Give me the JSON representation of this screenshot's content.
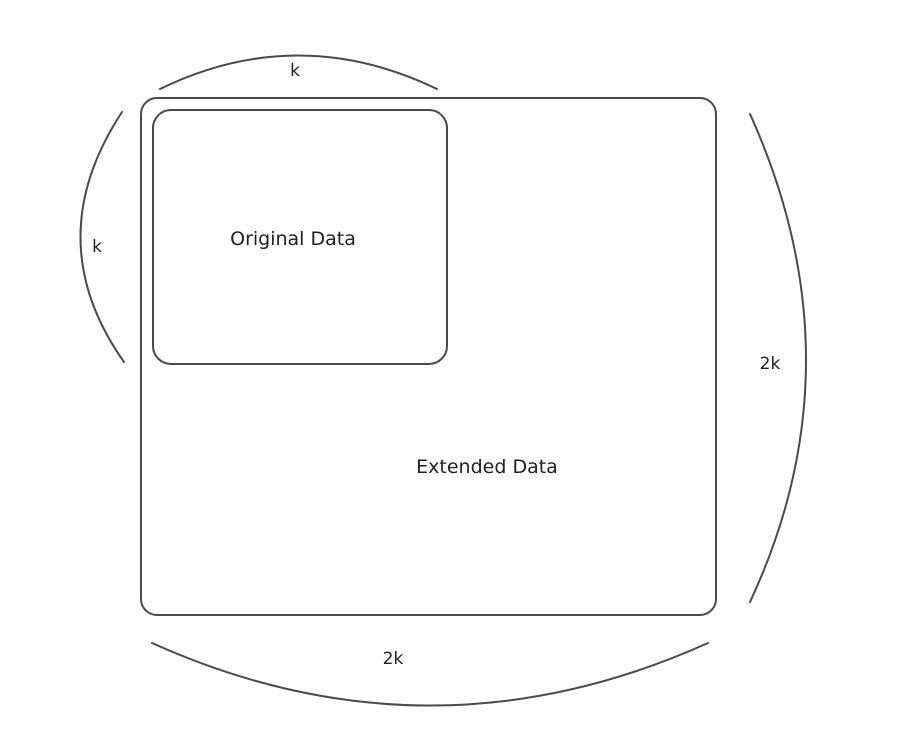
{
  "diagram": {
    "extended_label": "Extended Data",
    "original_label": "Original Data",
    "top_dimension": "k",
    "left_dimension": "k",
    "right_dimension": "2k",
    "bottom_dimension": "2k"
  }
}
